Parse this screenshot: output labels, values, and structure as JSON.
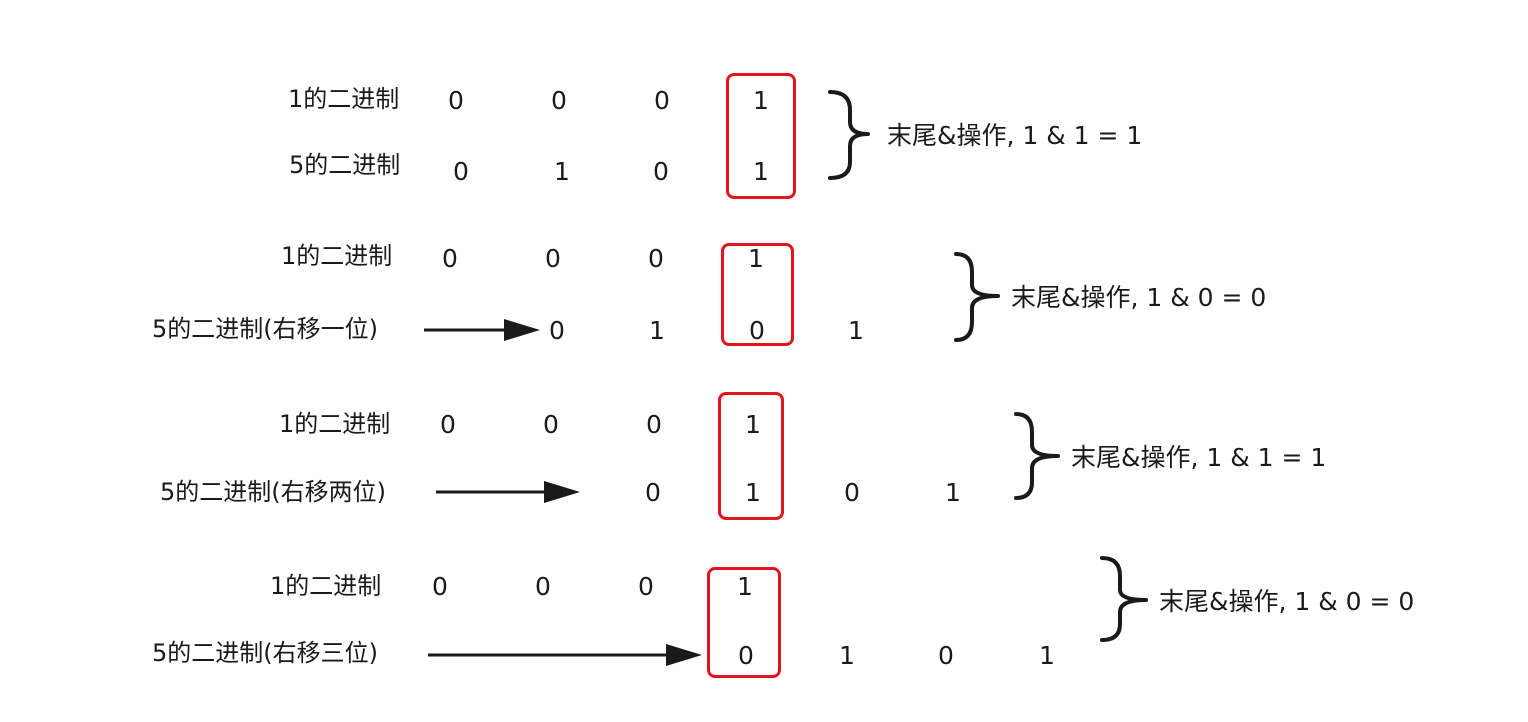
{
  "colors": {
    "highlight_box": "#e0161c",
    "text": "#1a1a1a",
    "arrow": "#1a1a1a"
  },
  "blocks": [
    {
      "top_label": "1的二进制",
      "top_bits": [
        "0",
        "0",
        "0",
        "1"
      ],
      "bottom_label": "5的二进制",
      "bottom_bits": [
        "0",
        "1",
        "0",
        "1"
      ],
      "result": "末尾&操作, 1 & 1 = 1"
    },
    {
      "top_label": "1的二进制",
      "top_bits": [
        "0",
        "0",
        "0",
        "1"
      ],
      "bottom_label": "5的二进制(右移一位)",
      "bottom_bits": [
        "0",
        "1",
        "0",
        "1"
      ],
      "result": "末尾&操作, 1 & 0 = 0"
    },
    {
      "top_label": "1的二进制",
      "top_bits": [
        "0",
        "0",
        "0",
        "1"
      ],
      "bottom_label": "5的二进制(右移两位)",
      "bottom_bits": [
        "0",
        "1",
        "0",
        "1"
      ],
      "result": "末尾&操作, 1 & 1 = 1"
    },
    {
      "top_label": "1的二进制",
      "top_bits": [
        "0",
        "0",
        "0",
        "1"
      ],
      "bottom_label": "5的二进制(右移三位)",
      "bottom_bits": [
        "0",
        "1",
        "0",
        "1"
      ],
      "result": "末尾&操作, 1 & 0 = 0"
    }
  ]
}
